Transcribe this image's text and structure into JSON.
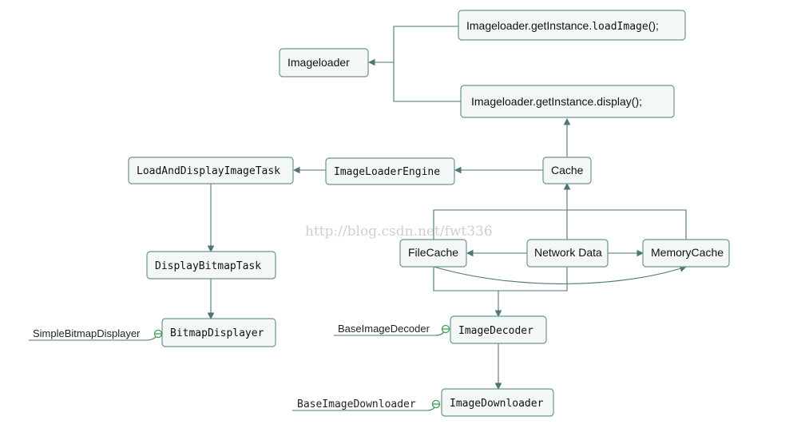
{
  "nodes": {
    "loadimage_call": {
      "prefix": "Imageloader.getInstance.",
      "method": "loadImage",
      "suffix": "();"
    },
    "imageloader": "Imageloader",
    "display_call": "Imageloader.getInstance.display();",
    "load_display_task": "LoadAndDisplayImageTask",
    "engine": "ImageLoaderEngine",
    "cache": "Cache",
    "display_bitmap_task": "DisplayBitmapTask",
    "file_cache": "FileCache",
    "network_data": "Network Data",
    "memory_cache": "MemoryCache",
    "bitmap_displayer": "BitmapDisplayer",
    "image_decoder": "ImageDecoder",
    "image_downloader": "ImageDownloader"
  },
  "interfaces": {
    "simple_bitmap_displayer": "SimpleBitmapDisplayer",
    "base_image_decoder": "BaseImageDecoder",
    "base_image_downloader": "BaseImageDownloader"
  },
  "watermark": "http://blog.csdn.net/fwt336",
  "colors": {
    "node_fill": "#f3f8f7",
    "node_border": "#6d9394",
    "edge": "#4f7677",
    "lollipop": "#3ca050"
  }
}
